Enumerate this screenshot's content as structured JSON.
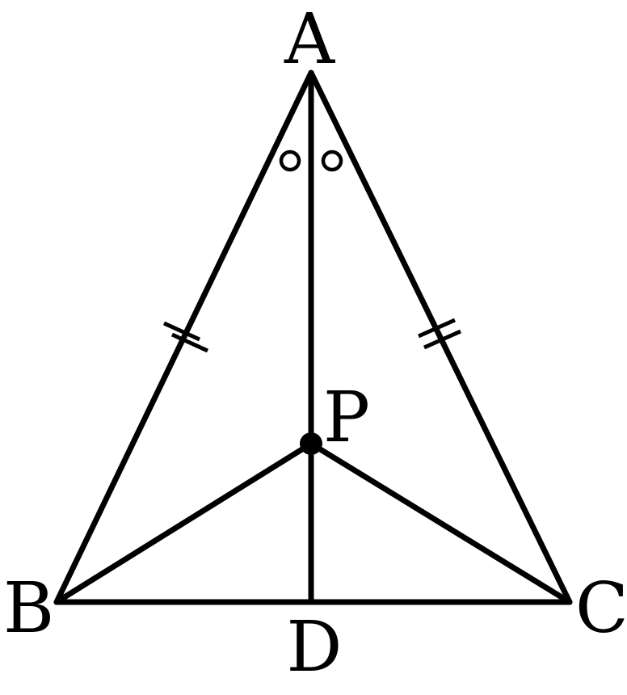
{
  "figure": {
    "points": {
      "A": "A",
      "B": "B",
      "C": "C",
      "D": "D",
      "P": "P"
    },
    "segments": [
      "AB",
      "AC",
      "BC",
      "AD",
      "PB",
      "PC"
    ],
    "equal_sides": [
      "AB",
      "AC"
    ],
    "equal_angles": [
      "BAD",
      "CAD"
    ],
    "stroke_color": "#000000",
    "background_color": "#ffffff"
  }
}
